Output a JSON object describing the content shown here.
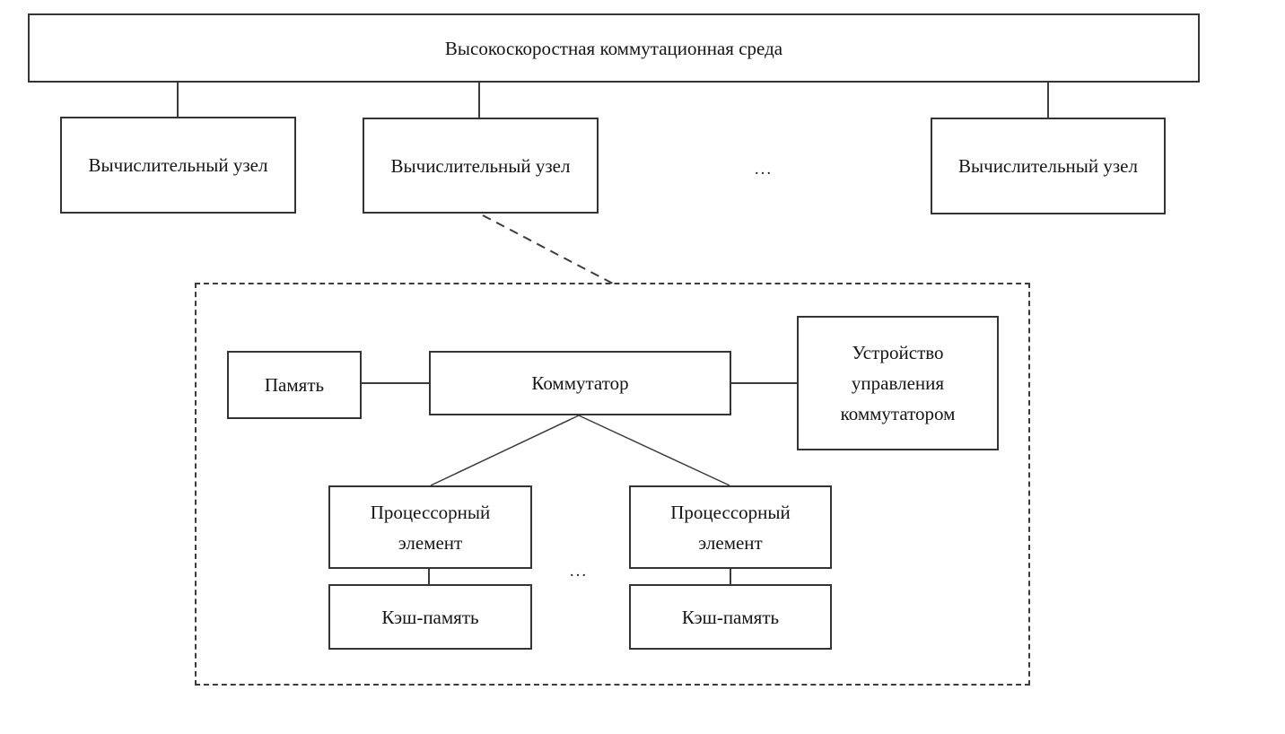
{
  "colors": {
    "background": "#ffffff",
    "line": "#3c3c3c",
    "text": "#151515"
  },
  "diagram": {
    "top_bus": {
      "label": "Высокоскоростная коммутационная среда"
    },
    "compute_nodes": [
      {
        "label": "Вычислительный узел"
      },
      {
        "label": "Вычислительный узел"
      },
      {
        "label": "Вычислительный узел"
      }
    ],
    "nodes_ellipsis": "...",
    "node_detail": {
      "memory": {
        "label": "Память"
      },
      "switch": {
        "label": "Коммутатор"
      },
      "switch_controller": {
        "label": "Устройство управления коммутатором"
      },
      "processor_elements": [
        {
          "label": "Процессорный элемент"
        },
        {
          "label": "Процессорный элемент"
        }
      ],
      "processors_ellipsis": "...",
      "caches": [
        {
          "label": "Кэш-память"
        },
        {
          "label": "Кэш-память"
        }
      ]
    }
  }
}
